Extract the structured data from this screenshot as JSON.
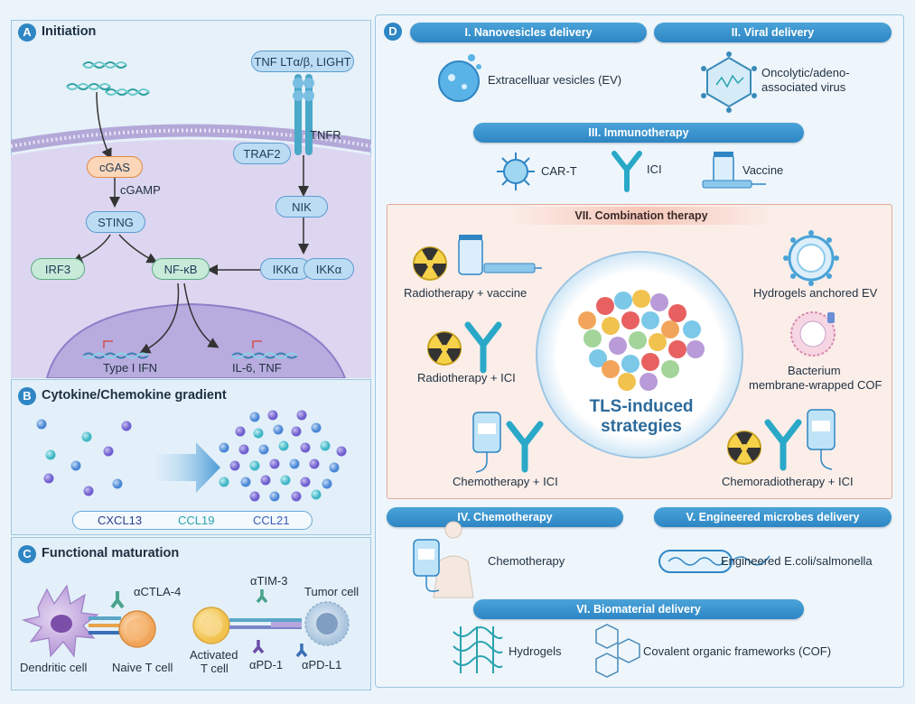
{
  "panel_a": {
    "badge": "A",
    "title": "Initiation",
    "tnf_label": "TNF LTα/β, LIGHT",
    "tnfr": "TNFR",
    "traf2": "TRAF2",
    "cgas": "cGAS",
    "cgamp": "cGAMP",
    "sting": "STING",
    "nik": "NIK",
    "irf3": "IRF3",
    "nfkb": "NF-κB",
    "ikka1": "IKKα",
    "ikka2": "IKKα",
    "type1ifn": "Type I IFN",
    "il6tnf": "IL-6, TNF"
  },
  "panel_b": {
    "badge": "B",
    "title": "Cytokine/Chemokine gradient",
    "cxcl13": "CXCL13",
    "ccl19": "CCL19",
    "ccl21": "CCL21"
  },
  "panel_c": {
    "badge": "C",
    "title": "Functional maturation",
    "actla4": "αCTLA-4",
    "atim3": "αTIM-3",
    "tumor_cell": "Tumor cell",
    "dendritic": "Dendritic cell",
    "naive": "Naive T cell",
    "activated_l1": "Activated",
    "activated_l2": "T cell",
    "apd1": "αPD-1",
    "apdl1": "αPD-L1"
  },
  "panel_d": {
    "badge": "D",
    "bar1": "I. Nanovesicles delivery",
    "bar2": "II. Viral delivery",
    "ev": "Extracelluar vesicles (EV)",
    "virus_l1": "Oncolytic/adeno-",
    "virus_l2": "associated virus",
    "bar3": "III. Immunotherapy",
    "cart": "CAR-T",
    "ici": "ICI",
    "vaccine": "Vaccine",
    "bar7": "VII. Combination therapy",
    "rt_vaccine": "Radiotherapy + vaccine",
    "rt_ici": "Radiotherapy + ICI",
    "chemo_ici": "Chemotherapy + ICI",
    "hydrogel_ev": "Hydrogels anchored EV",
    "bact_l1": "Bacterium",
    "bact_l2": "membrane-wrapped COF",
    "chemort_ici": "Chemoradiotherapy + ICI",
    "center_l1": "TLS-induced",
    "center_l2": "strategies",
    "bar4": "IV. Chemotherapy",
    "bar5": "V. Engineered microbes delivery",
    "chemotherapy": "Chemotherapy",
    "ecoli": "Engineered E.coli/salmonella",
    "bar6": "VI. Biomaterial delivery",
    "hydrogels": "Hydrogels",
    "cof": "Covalent organic frameworks (COF)"
  },
  "colors": {
    "accent_blue": "#2f86c4",
    "panel_bg": "#e3f0f9",
    "combo_bg": "#fbe9e3"
  }
}
